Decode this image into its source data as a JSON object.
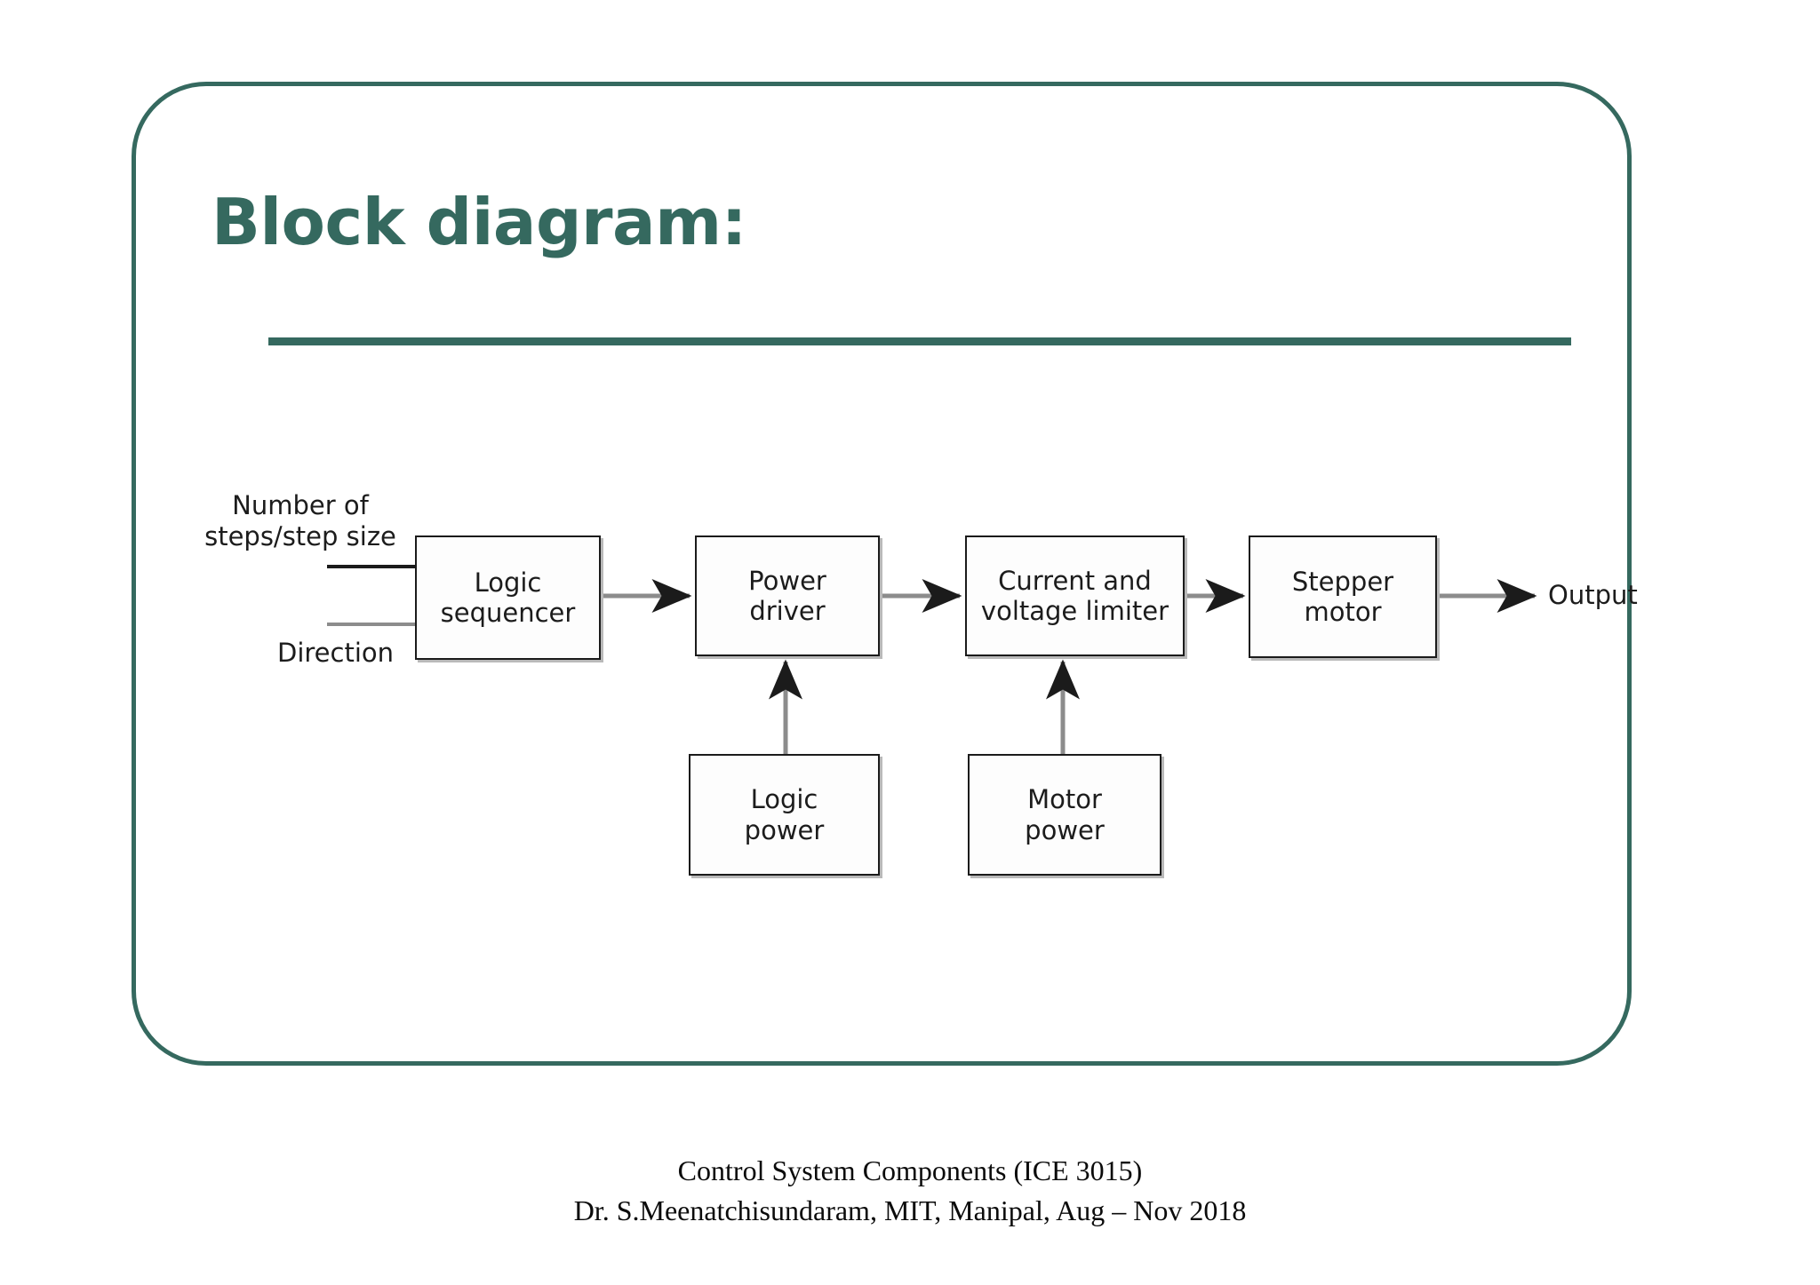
{
  "slide": {
    "title": "Block diagram:",
    "accent_color": "#35695f",
    "frame_border_color": "#35695f",
    "background_color": "#ffffff"
  },
  "diagram": {
    "type": "block-diagram",
    "line_color": "#8c8c8c",
    "box_border_color": "#1b1b1b",
    "box_fill_color": "#fdfdfd",
    "blocks": [
      {
        "id": "logic-sequencer",
        "line1": "Logic",
        "line2": "sequencer",
        "label": "Logic sequencer"
      },
      {
        "id": "power-driver",
        "line1": "Power",
        "line2": "driver",
        "label": "Power driver"
      },
      {
        "id": "limiter",
        "line1": "Current and",
        "line2": "voltage limiter",
        "label": "Current and voltage limiter"
      },
      {
        "id": "stepper-motor",
        "line1": "Stepper",
        "line2": "motor",
        "label": "Stepper motor"
      },
      {
        "id": "logic-power",
        "line1": "Logic",
        "line2": "power",
        "label": "Logic power"
      },
      {
        "id": "motor-power",
        "line1": "Motor",
        "line2": "power",
        "label": "Motor power"
      }
    ],
    "labels": {
      "input_steps_line1": "Number of",
      "input_steps_line2": "steps/step size",
      "input_direction": "Direction",
      "output": "Output"
    },
    "connections": [
      {
        "from": "input: Number of steps/step size",
        "to": "logic-sequencer",
        "arrow": false
      },
      {
        "from": "input: Direction",
        "to": "logic-sequencer",
        "arrow": false
      },
      {
        "from": "logic-sequencer",
        "to": "power-driver",
        "arrow": true
      },
      {
        "from": "power-driver",
        "to": "limiter",
        "arrow": true
      },
      {
        "from": "limiter",
        "to": "stepper-motor",
        "arrow": true
      },
      {
        "from": "stepper-motor",
        "to": "Output",
        "arrow": true
      },
      {
        "from": "logic-power",
        "to": "power-driver",
        "arrow": true
      },
      {
        "from": "motor-power",
        "to": "limiter",
        "arrow": true
      }
    ]
  },
  "footer": {
    "line1": "Control System Components (ICE 3015)",
    "line2": "Dr. S.Meenatchisundaram, MIT, Manipal, Aug – Nov 2018"
  }
}
